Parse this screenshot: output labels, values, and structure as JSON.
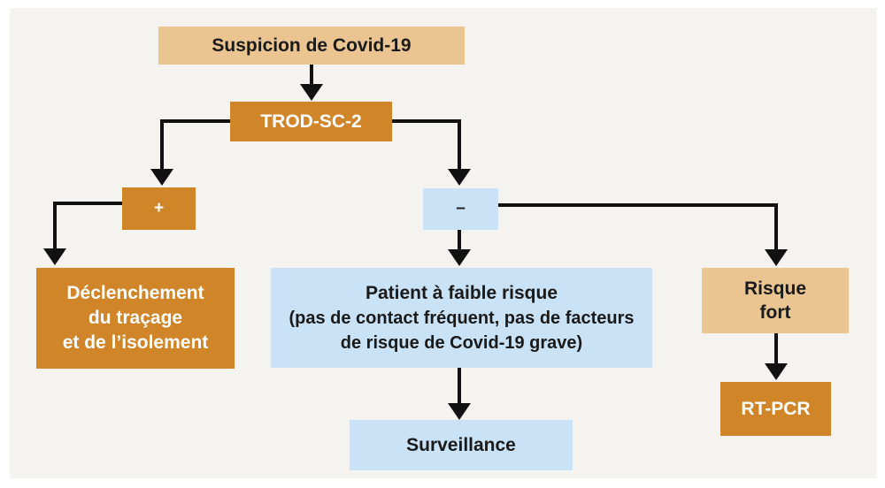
{
  "colors": {
    "background": "#ffffff",
    "panel": "#f5f3f0",
    "orange": "#d08528",
    "tan": "#eac592",
    "blue": "#c9e2f6",
    "line": "#111111",
    "text_dark": "#1a1a1a",
    "text_light": "#ffffff"
  },
  "nodes": {
    "suspicion": {
      "label": "Suspicion de Covid-19"
    },
    "trod": {
      "label": "TROD-SC-2"
    },
    "plus": {
      "label": "+"
    },
    "minus": {
      "label": "–"
    },
    "declenchement": {
      "lines": [
        "Déclenchement",
        "du traçage",
        "et de l’isolement"
      ]
    },
    "patient": {
      "title": "Patient à faible risque",
      "lines": [
        "(pas de contact fréquent, pas de facteurs",
        "de risque de Covid-19 grave)"
      ]
    },
    "risque_fort": {
      "lines": [
        "Risque",
        "fort"
      ]
    },
    "rtpcr": {
      "label": "RT-PCR"
    },
    "surveillance": {
      "label": "Surveillance"
    }
  }
}
